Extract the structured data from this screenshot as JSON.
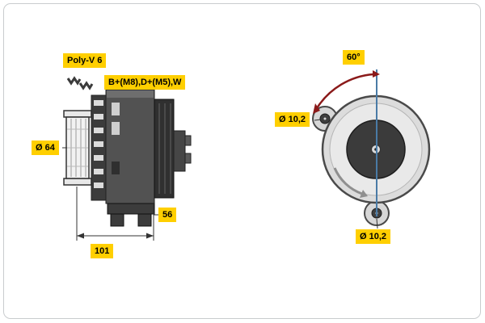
{
  "labels": {
    "belt_type": "Poly-V 6",
    "terminals": "B+(M8),D+(M5),W",
    "pulley_diameter": "Ø 64",
    "dim_56": "56",
    "dim_101": "101",
    "angle": "60°",
    "hole_diameter_top": "Ø 10,2",
    "hole_diameter_bottom": "Ø 10,2"
  },
  "colors": {
    "label_bg": "#FFCF00",
    "label_text": "#000000",
    "drawing_dark": "#3B3B3B",
    "drawing_mid": "#525252",
    "drawing_light": "#DCDCDC",
    "accent_red": "#8B1A1A",
    "accent_blue": "#4A7BA6",
    "frame_border": "#C9CCCE"
  }
}
